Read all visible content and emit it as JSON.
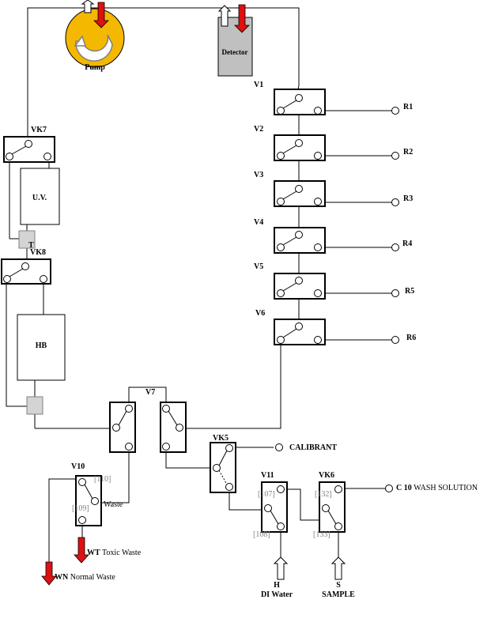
{
  "components": {
    "pump": "Pump",
    "detector": "Detector",
    "uv": "U.V.",
    "tee": "T",
    "hb": "HB"
  },
  "valves": {
    "v1": "V1",
    "v2": "V2",
    "v3": "V3",
    "v4": "V4",
    "v5": "V5",
    "v6": "V6",
    "v7": "V7",
    "vk5": "VK5",
    "vk6": "VK6",
    "vk7": "VK7",
    "vk8": "VK8",
    "v10": "V10",
    "v11": "V11"
  },
  "reagents": {
    "r1": "R1",
    "r2": "R2",
    "r3": "R3",
    "r4": "R4",
    "r5": "R5",
    "r6": "R6"
  },
  "ports": {
    "p110": "[110]",
    "p109": "[109]",
    "p107": "[107]",
    "p108": "[108]",
    "p132": "[132]",
    "p133": "[133]"
  },
  "labels": {
    "calibrant": "CALIBRANT",
    "c10_code": "C 10",
    "wash": "WASH SOLUTION",
    "waste": "Waste",
    "wt_code": "WT",
    "wt_text": "Toxic Waste",
    "wn_code": "WN",
    "wn_text": "Normal Waste",
    "h_code": "H",
    "di_water": "DI Water",
    "s_code": "S",
    "sample": "SAMPLE"
  },
  "colors": {
    "inflow_arrow": "#dd1111",
    "outflow_arrow": "#ffffff",
    "pump": "#f5b800",
    "detector": "#c0c0c0",
    "tee": "#d4d4d4"
  }
}
